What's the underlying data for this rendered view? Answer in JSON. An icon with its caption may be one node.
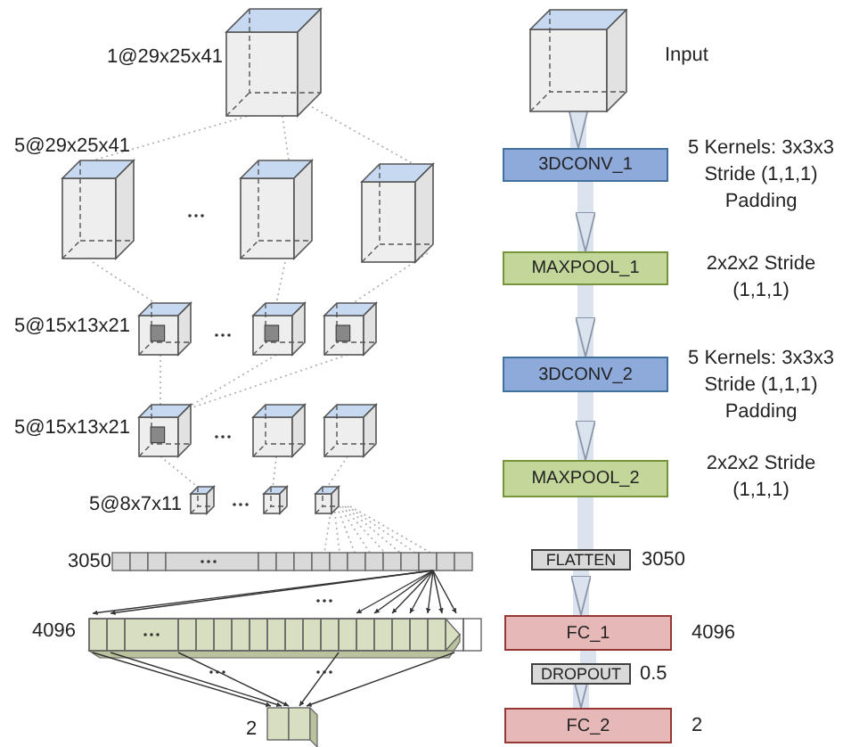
{
  "diagram": {
    "nodes": [
      {
        "text": [],
        "shape": "cube",
        "beside": [
          "Input"
        ]
      },
      {
        "text": [
          "3DCONV_1"
        ],
        "beside": [
          "5 Kernels: 3x3x3 Stride (1,1,1) Padding"
        ]
      },
      {
        "text": [
          "MAXPOOL_1"
        ],
        "beside": [
          "2x2x2 Stride (1,1,1)"
        ]
      },
      {
        "text": [
          "3DCONV_2"
        ],
        "beside": [
          "5 Kernels: 3x3x3 Stride (1,1,1) Padding"
        ]
      },
      {
        "text": [
          "MAXPOOL_2"
        ],
        "beside": [
          "2x2x2 Stride (1,1,1)"
        ]
      },
      {
        "text": [
          "FLATTEN"
        ],
        "beside": [
          "3050"
        ]
      },
      {
        "text": [
          "FC_1"
        ],
        "beside": [
          "4096"
        ]
      },
      {
        "text": [
          "DROPOUT"
        ],
        "beside": [
          "0.5"
        ]
      },
      {
        "text": [
          "FC_2"
        ],
        "beside": [
          "2"
        ]
      }
    ],
    "edges": [
      {
        "from": 0,
        "to": 1,
        "arrow": "to"
      },
      {
        "from": 1,
        "to": 2,
        "arrow": "to"
      },
      {
        "from": 2,
        "to": 3,
        "arrow": "to"
      },
      {
        "from": 3,
        "to": 4,
        "arrow": "to"
      },
      {
        "from": 4,
        "to": 5,
        "arrow": "none"
      },
      {
        "from": 5,
        "to": 6,
        "arrow": "to"
      },
      {
        "from": 6,
        "to": 7,
        "arrow": "none"
      },
      {
        "from": 7,
        "to": 8,
        "arrow": "to"
      }
    ],
    "labels": [
      "1@29x25x41",
      "5@29x25x41",
      "5@15x13x21",
      "5@15x13x21",
      "5@8x7x11",
      "3050",
      "4096",
      "2"
    ]
  }
}
